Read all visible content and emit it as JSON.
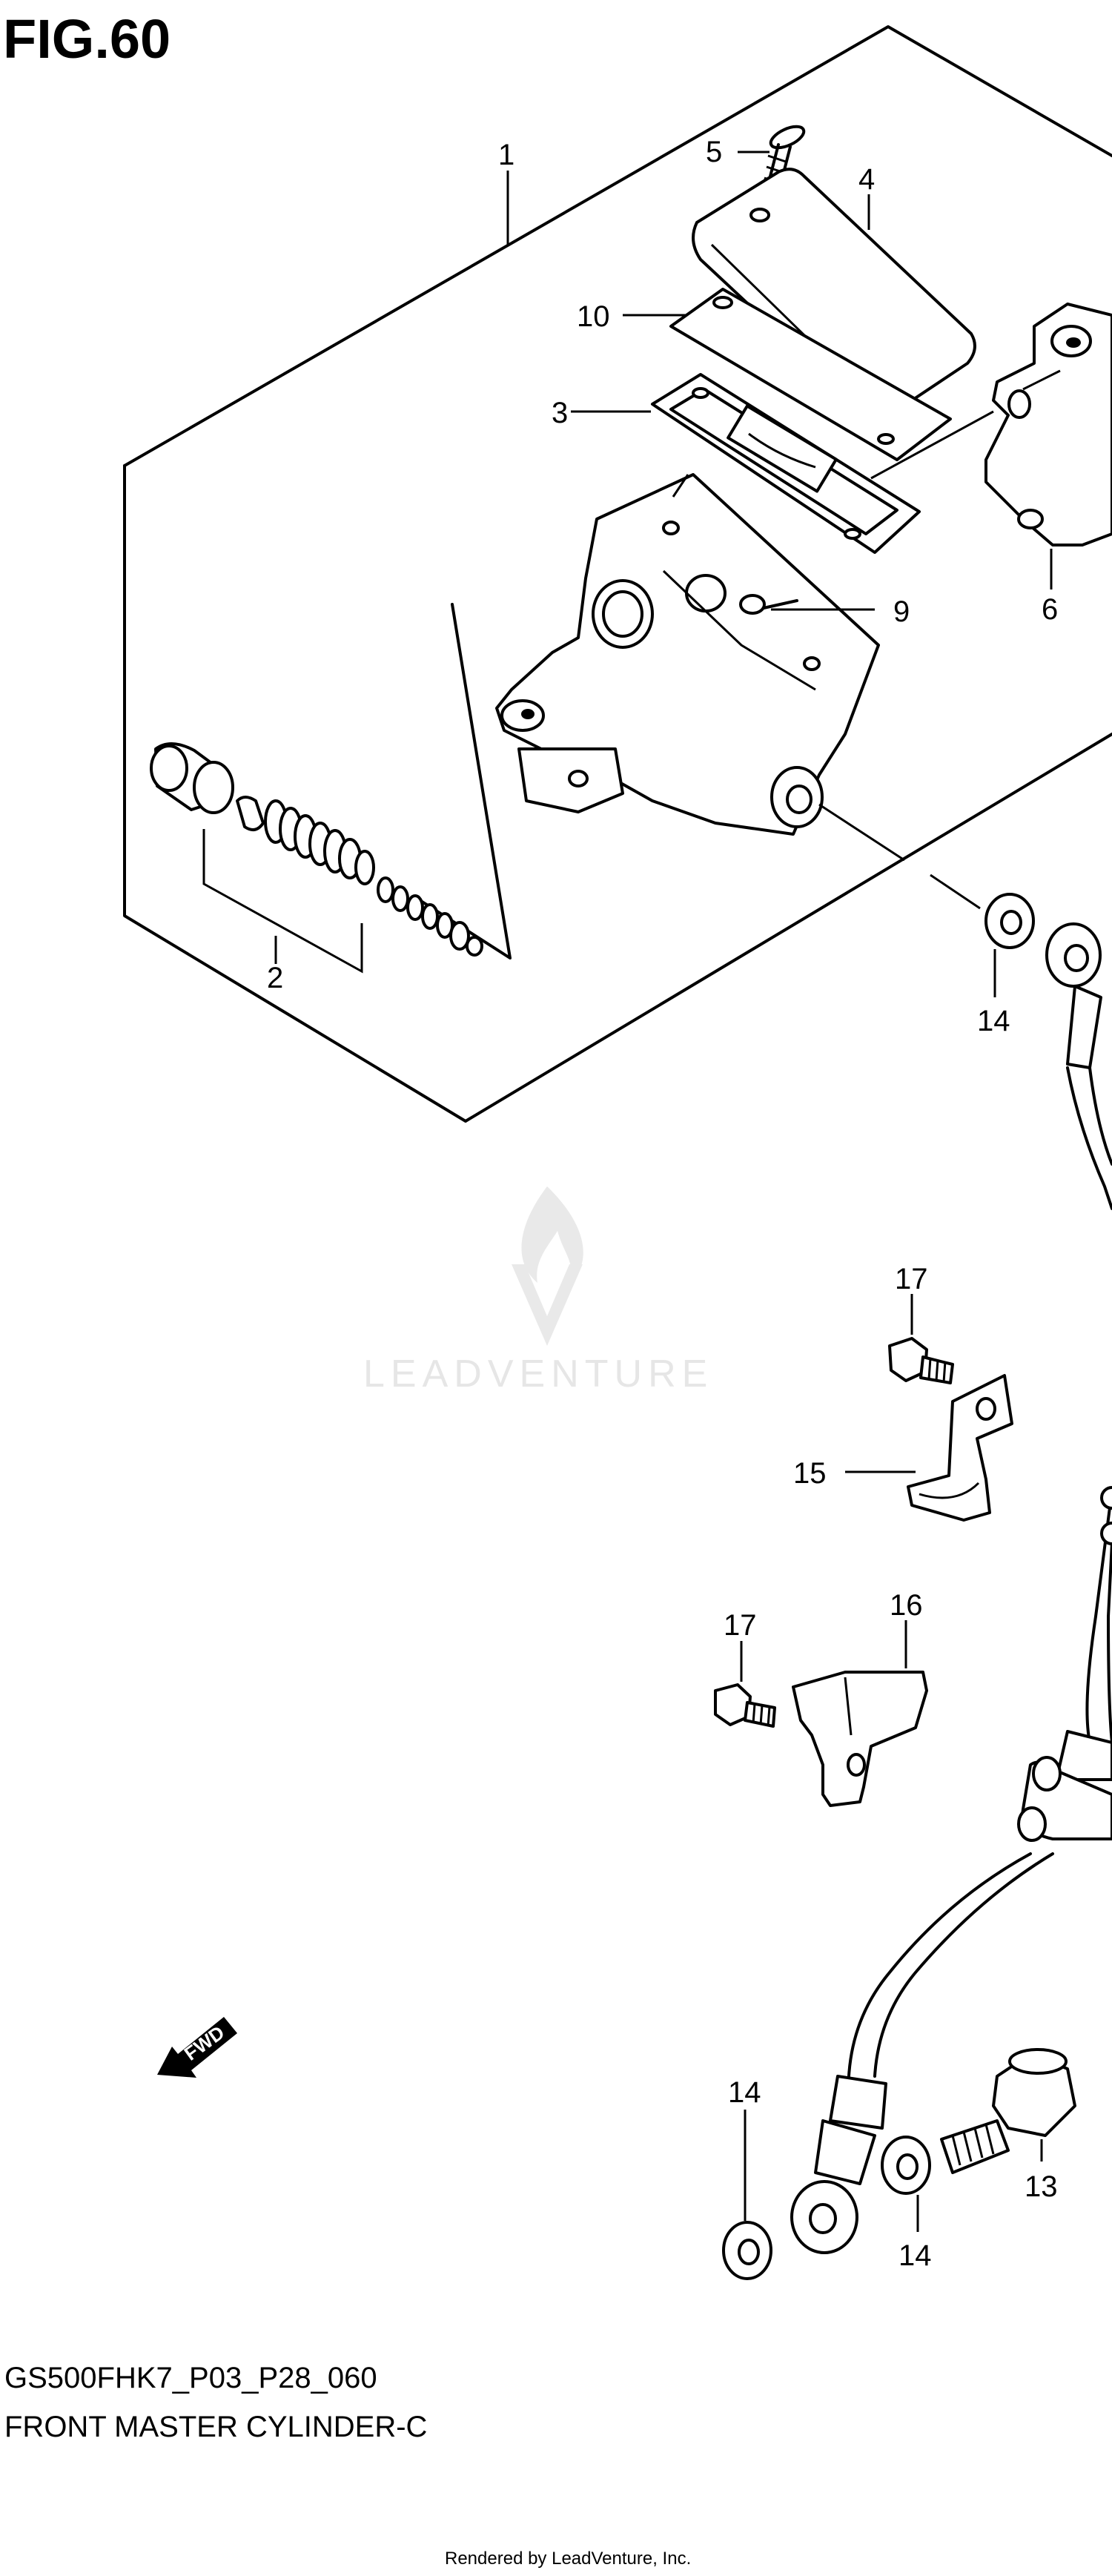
{
  "figure_title": "FIG.60",
  "model_code": "GS500FHK7_P03_P28_060",
  "assembly_name": "FRONT MASTER CYLINDER-C",
  "rendered_by": "Rendered by LeadVenture, Inc.",
  "watermark": "LEADVENTURE",
  "fwd_label": "FWD",
  "callouts": {
    "c1": "1",
    "c2": "2",
    "c3": "3",
    "c4": "4",
    "c5": "5",
    "c6": "6",
    "c9": "9",
    "c10": "10",
    "c13": "13",
    "c14a": "14",
    "c14b": "14",
    "c14c": "14",
    "c15": "15",
    "c16": "16",
    "c17a": "17",
    "c17b": "17"
  }
}
